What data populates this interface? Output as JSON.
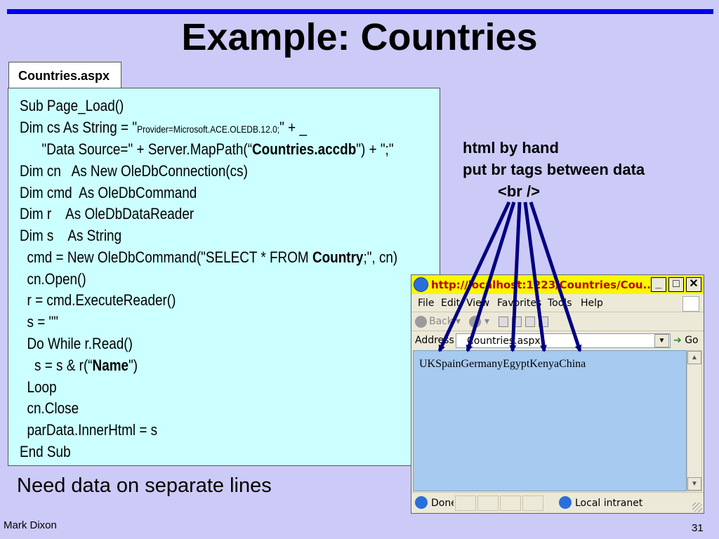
{
  "slide": {
    "title": "Example: Countries",
    "file_tab": "Countries.aspx",
    "note": "Need data on separate lines",
    "footer_author": "Mark Dixon",
    "page_number": "31"
  },
  "annotation": {
    "line1": "html by hand",
    "line2": "put br tags between data",
    "line3": "<br />"
  },
  "code": {
    "l1": "Sub Page_Load()",
    "l2a": "Dim cs As String = \"",
    "l2b": "Provider=Microsoft.ACE.OLEDB.12.0;",
    "l2c": "\" + _",
    "l3a": "      \"Data Source=\" + Server.MapPath(“",
    "l3b": "Countries.accdb",
    "l3c": "\") + \";\"",
    "l4": "Dim cn   As New OleDbConnection(cs)",
    "l5": "Dim cmd  As OleDbCommand",
    "l6": "Dim r    As OleDbDataReader",
    "l7": "Dim s    As String",
    "l8a": "  cmd = New OleDbCommand(\"SELECT * FROM ",
    "l8b": "Country",
    "l8c": ";\", cn)",
    "l9": "  cn.Open()",
    "l10": "  r = cmd.ExecuteReader()",
    "l11": "  s = \"\"",
    "l12": "  Do While r.Read()",
    "l13a": "    s = s & r(“",
    "l13b": "Name",
    "l13c": "\")",
    "l14": "  Loop",
    "l15": "  cn.Close",
    "l16": "  parData.InnerHtml = s",
    "l17": "End Sub"
  },
  "browser": {
    "title": "http://localhost:1223/Countries/Cou...",
    "menu": [
      "File",
      "Edit",
      "View",
      "Favorites",
      "Tools",
      "Help"
    ],
    "back_label": "Back",
    "address_label": "Address",
    "address_value": "Countries.aspx",
    "go_label": "Go",
    "content": "UKSpainGermanyEgyptKenyaChina",
    "status_left": "Done",
    "status_zone": "Local intranet"
  }
}
